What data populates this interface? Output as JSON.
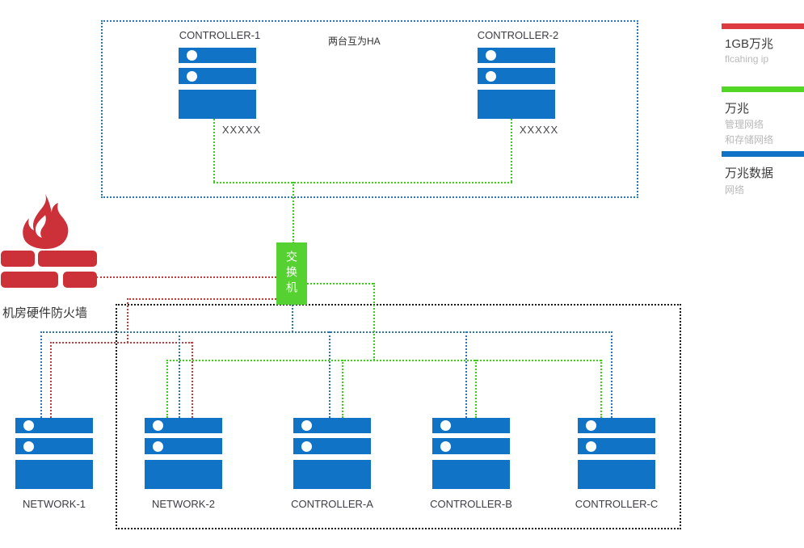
{
  "diagram": {
    "top_group": {
      "ha_note": "两台互为HA",
      "controllers": [
        {
          "label": "CONTROLLER-1",
          "port_label": "XXXXX"
        },
        {
          "label": "CONTROLLER-2",
          "port_label": "XXXXX"
        }
      ]
    },
    "switch": {
      "label": "交换机"
    },
    "firewall": {
      "label": "机房硬件防火墙"
    },
    "servers": [
      {
        "label": "NETWORK-1"
      },
      {
        "label": "NETWORK-2"
      },
      {
        "label": "CONTROLLER-A"
      },
      {
        "label": "CONTROLLER-B"
      },
      {
        "label": "CONTROLLER-C"
      }
    ],
    "legend": [
      {
        "title": "1GB万兆",
        "lines": [
          "flcahing ip"
        ]
      },
      {
        "title": "万兆",
        "lines": [
          "管理网络",
          "和存储网络"
        ]
      },
      {
        "title": "万兆数据",
        "lines": [
          "网络"
        ]
      }
    ]
  },
  "colors": {
    "legend-red": "#dd3b41",
    "legend-green": "#52d726",
    "legend-blue": "#1173c6",
    "server-blue": "#1173c6",
    "line-blue": "#2d74b5",
    "line-green": "#3ecc1a",
    "line-red": "#c33b3b",
    "line-black": "#151515",
    "switch-green": "#55d232",
    "firewall-red": "#cc3038"
  }
}
